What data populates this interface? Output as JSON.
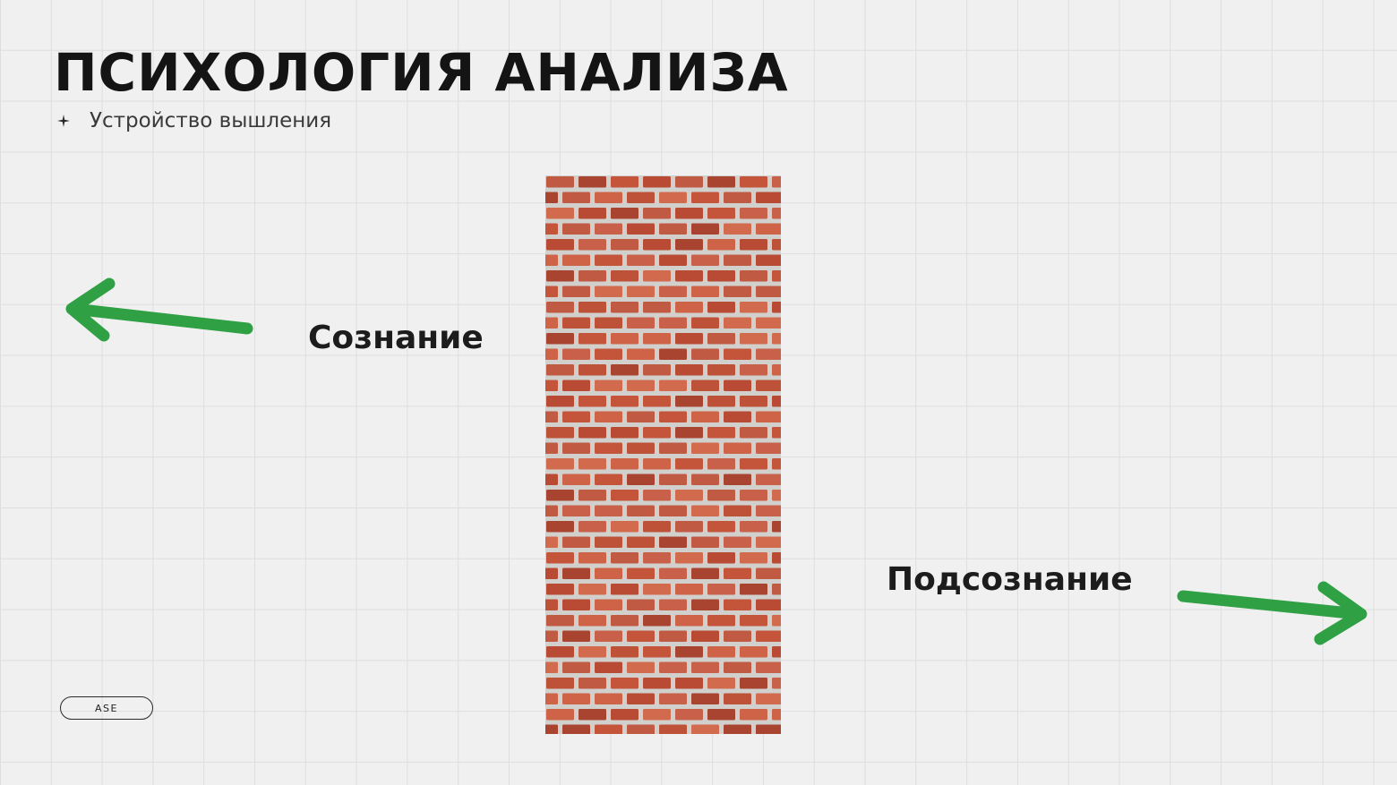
{
  "slide": {
    "title": "ПСИХОЛОГИЯ АНАЛИЗА",
    "subtitle": "Устройство вышления",
    "subtitle_icon": "sparkle-icon",
    "label_left": "Сознание",
    "label_right": "Подсознание",
    "badge": "ASE"
  },
  "colors": {
    "background": "#f0f0f0",
    "grid": "#dedede",
    "arrow": "#2fa044",
    "title": "#141414",
    "brick": "#c45a3f",
    "mortar": "#d1d0cc"
  },
  "icons": {
    "left_arrow": "arrow-left-icon",
    "right_arrow": "arrow-right-icon"
  }
}
